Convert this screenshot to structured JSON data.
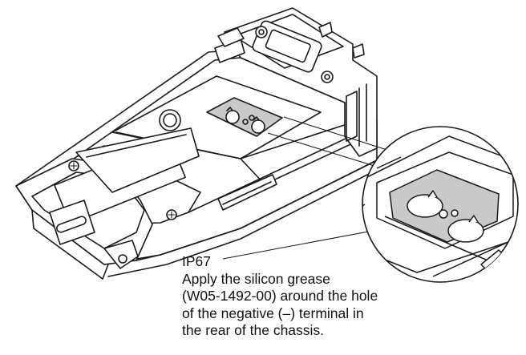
{
  "diagram": {
    "colors": {
      "line": "#1a1a1a",
      "fill": "#ffffff",
      "highlight": "#c9c9c9"
    },
    "callout": {
      "label": "IP67",
      "lines": [
        "Apply the silicon grease",
        "(W05-1492-00) around the hole",
        "of the negative (–) terminal in",
        "the rear of the chassis."
      ]
    }
  }
}
